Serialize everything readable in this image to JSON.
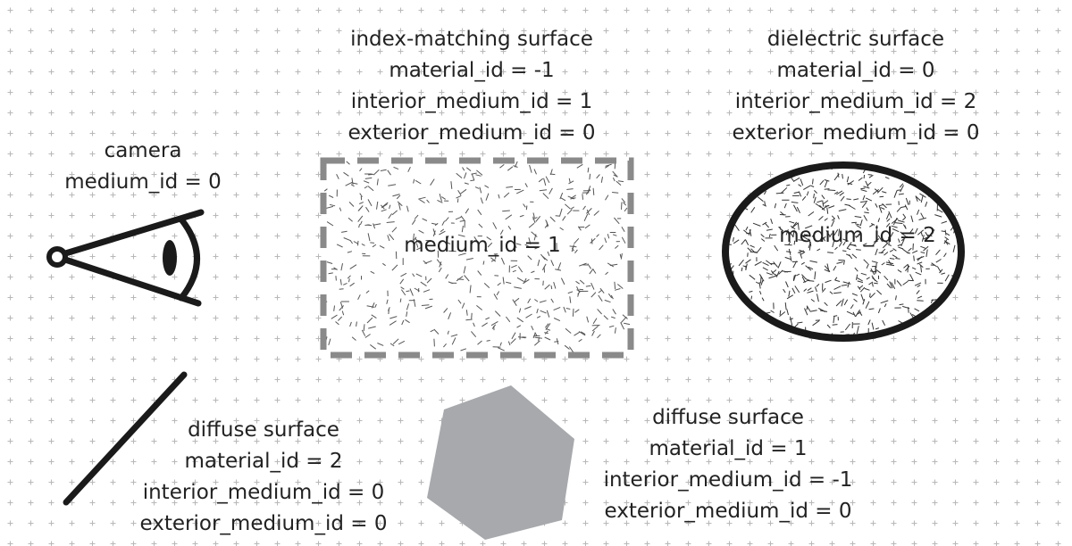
{
  "colors": {
    "background": "#ffffff",
    "grid_cross": "#b8b8b8",
    "ink": "#1a1a1a",
    "dashed_outline": "#8a8a8a",
    "hexagon_fill": "#a7a9ac"
  },
  "camera": {
    "title": "camera",
    "medium": "medium_id = 0",
    "icon": "camera-eye-icon"
  },
  "index_matching_surface": {
    "title": "index-matching surface",
    "material": "material_id = -1",
    "interior": "interior_medium_id = 1",
    "exterior": "exterior_medium_id = 0",
    "inner": "medium_id = 1"
  },
  "dielectric_surface": {
    "title": "dielectric surface",
    "material": "material_id = 0",
    "interior": "interior_medium_id = 2",
    "exterior": "exterior_medium_id = 0",
    "inner": "medium_id = 2"
  },
  "diffuse_surface_line": {
    "title": "diffuse surface",
    "material": "material_id = 2",
    "interior": "interior_medium_id = 0",
    "exterior": "exterior_medium_id = 0"
  },
  "diffuse_surface_hexagon": {
    "title": "diffuse surface",
    "material": "material_id = 1",
    "interior": "interior_medium_id = -1",
    "exterior": "exterior_medium_id = 0"
  }
}
